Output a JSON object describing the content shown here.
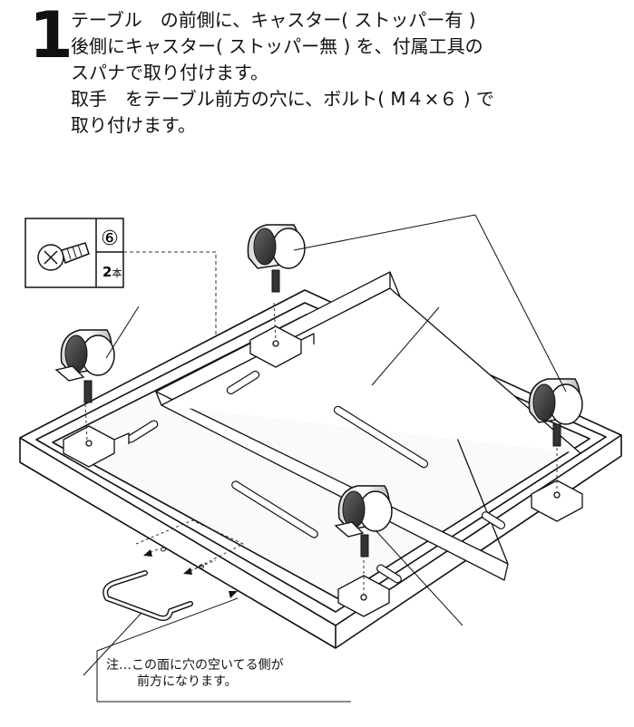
{
  "step": {
    "number": "1",
    "lines": [
      "テーブル　の前側に、キャスター( ストッパー有 )",
      "後側にキャスター( ストッパー無 ) を、付属工具の",
      "スパナで取り付けます。",
      "取手　をテーブル前方の穴に、ボルト( M４×６ ) で",
      "取り付けます。"
    ]
  },
  "parts_box": {
    "part_number": "⑥",
    "quantity": "2",
    "unit": "本"
  },
  "note": {
    "line1": "注…この面に穴の空いてる側が",
    "line2": "前方になります。"
  },
  "icons": [
    "bolt-icon",
    "caster-icon",
    "handle-icon"
  ]
}
